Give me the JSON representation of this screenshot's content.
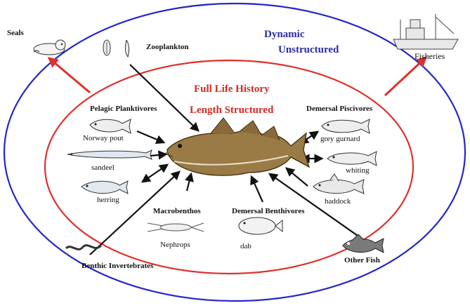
{
  "titles": {
    "inner_line1": "Full Life History",
    "inner_line2": "Length Structured",
    "outer_line1": "Dynamic",
    "outer_line2": "Unstructured"
  },
  "labels": {
    "seals": "Seals",
    "zooplankton": "Zooplankton",
    "fisheries": "Fisheries",
    "pelagic": "Pelagic Planktivores",
    "norway_pout": "Norway pout",
    "sandeel": "sandeel",
    "herring": "herring",
    "demersal_piscivores": "Demersal Piscivores",
    "grey_gurnard": "grey gurnard",
    "whiting": "whiting",
    "haddock": "haddock",
    "macrobenthos": "Macrobenthos",
    "nephrops": "Nephrops",
    "demersal_benthivores": "Demersal Benthivores",
    "dab": "dab",
    "benthic_invertebrates": "Benthic Invertebrates",
    "other_fish": "Other Fish"
  },
  "colors": {
    "outer_ellipse": "#2626c8",
    "inner_ellipse": "#e0302a",
    "arrow_black": "#111111",
    "arrow_red": "#e0302a",
    "cod_body": "#9a7a45"
  },
  "icons": [
    "seal-icon",
    "zooplankton-icon",
    "fishing-vessel-icon",
    "cod-icon",
    "norway-pout-icon",
    "sandeel-icon",
    "herring-icon",
    "grey-gurnard-icon",
    "whiting-icon",
    "haddock-icon",
    "nephrops-icon",
    "dab-icon",
    "benthic-worm-icon",
    "other-fish-icon"
  ]
}
